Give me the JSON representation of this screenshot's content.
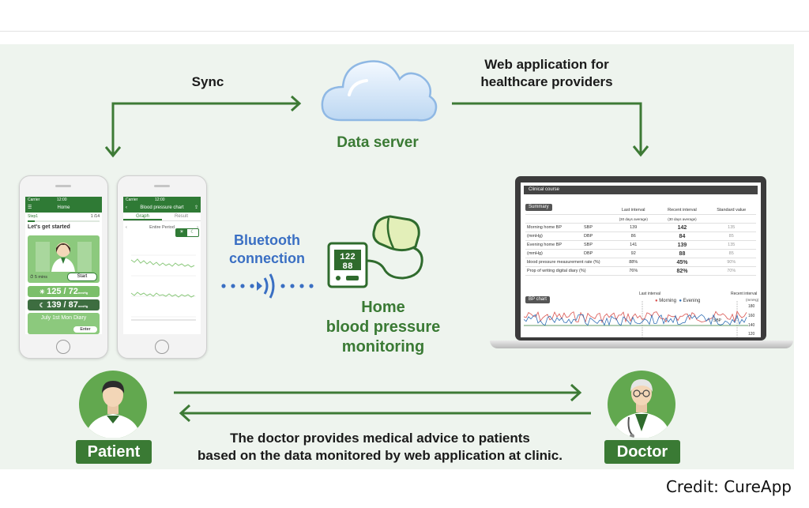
{
  "labels": {
    "sync": "Sync",
    "web_app_line1": "Web application for",
    "web_app_line2": "healthcare providers",
    "data_server": "Data server",
    "bluetooth_line1": "Bluetooth",
    "bluetooth_line2": "connection",
    "home_bp_line1": "Home",
    "home_bp_line2": "blood pressure",
    "home_bp_line3": "monitoring",
    "patient": "Patient",
    "doctor": "Doctor",
    "advice_line1": "The doctor provides medical advice to patients",
    "advice_line2": "based on the data monitored by web application at clinic.",
    "credit": "Credit: CureApp"
  },
  "phone1": {
    "status_left": "Carrier",
    "status_time": "12:00",
    "title": "Home",
    "step": "Step1",
    "step_count": "1 /14",
    "lets_get_started": "Let's get started",
    "minutes": "5 mins",
    "start": "Start",
    "reading1": "125 / 72",
    "reading2": "139 / 87",
    "unit": "mmHg",
    "diary": "July 1st Mon Diary",
    "enter": "Enter"
  },
  "phone2": {
    "status_left": "Carrier",
    "status_time": "12:00",
    "title": "Blood pressure chart",
    "tab_graph": "Graph",
    "tab_result": "Result",
    "period": "Entire Period"
  },
  "monitor": {
    "sys": "122",
    "dia": "88"
  },
  "laptop": {
    "title": "Clinical course",
    "summary": "Summary",
    "headers": [
      "",
      "",
      "Last interval",
      "Recent interval",
      "Standard value"
    ],
    "subheaders": [
      "",
      "",
      "(30 days average)",
      "(30 days average)",
      ""
    ],
    "rows": [
      {
        "label": "Morning home BP",
        "sub": "SBP",
        "last": "139",
        "recent": "142",
        "std": "135"
      },
      {
        "label": "(mmHg)",
        "sub": "DBP",
        "last": "86",
        "recent": "84",
        "std": "85"
      },
      {
        "label": "Evening home BP",
        "sub": "SBP",
        "last": "141",
        "recent": "139",
        "std": "135"
      },
      {
        "label": "(mmHg)",
        "sub": "DBP",
        "last": "92",
        "recent": "88",
        "std": "85"
      },
      {
        "label": "blood pressure measurement rate (%)",
        "sub": "",
        "last": "88%",
        "recent": "45%",
        "std": "90%"
      },
      {
        "label": "Prop of writing digital diary (%)",
        "sub": "",
        "last": "76%",
        "recent": "82%",
        "std": "70%"
      }
    ],
    "bp_chart": "BP chart",
    "last_interval": "Last interval",
    "recent_interval": "Recent interval",
    "legend_morning": "Morning",
    "legend_evening": "Evening",
    "sbp": "SBP",
    "yticks": [
      "180",
      "160",
      "140",
      "120"
    ],
    "unit": "(mmHg)"
  }
}
